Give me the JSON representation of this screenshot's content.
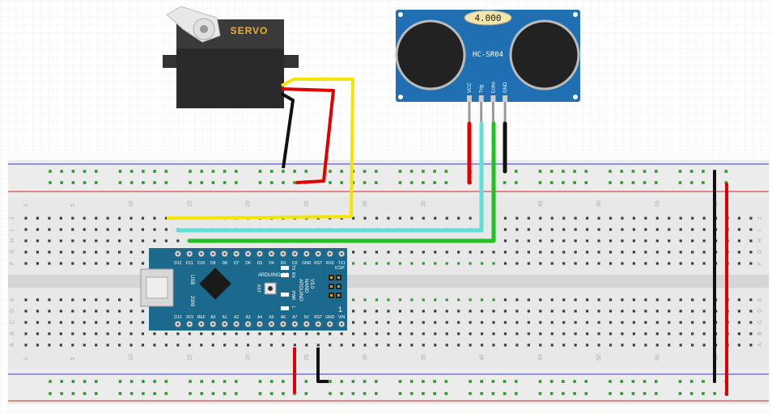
{
  "servo": {
    "label": "SERVO"
  },
  "sensor": {
    "model": "HC-SR04",
    "display": "4.000",
    "pins": [
      "VCC",
      "Trig",
      "Echo",
      "GND"
    ]
  },
  "arduino": {
    "brand": "ARDUINO.CC",
    "model_lines": [
      "ARDUINO",
      "NANO",
      "V3.0"
    ],
    "usb_label": "USB",
    "year": "2009",
    "icsp": "ICSP",
    "rst": "RST",
    "led_labels": [
      "TX",
      "RX",
      "PWR",
      "L"
    ],
    "top_pins": [
      "D12",
      "D11",
      "D10",
      "D9",
      "D8",
      "D7",
      "D6",
      "D5",
      "D4",
      "D3",
      "D2",
      "GND",
      "RST",
      "RX0",
      "TX1"
    ],
    "bottom_pins": [
      "D13",
      "3V3",
      "REF",
      "A0",
      "A1",
      "A2",
      "A3",
      "A4",
      "A5",
      "A6",
      "A7",
      "5V",
      "RST",
      "GND",
      "VIN"
    ],
    "pin_one": "1"
  },
  "breadboard": {
    "column_numbers": [
      "1",
      "5",
      "10",
      "15",
      "20",
      "25",
      "30",
      "35",
      "40",
      "45",
      "50",
      "55",
      "60"
    ],
    "row_letters_top": [
      "J",
      "I",
      "H",
      "G",
      "F"
    ],
    "row_letters_bottom": [
      "E",
      "D",
      "C",
      "B",
      "A"
    ]
  },
  "colors": {
    "board": "#e8e8e8",
    "rail_blue": "#3a3acc",
    "rail_red": "#d42020",
    "hole_green": "#2d9a2d",
    "hole_dark": "#3c3c3c",
    "sensor_blue": "#1f6fb2",
    "nano_blue": "#1b6a8e",
    "wire_yellow": "#f5e400",
    "wire_red": "#e00000",
    "wire_black": "#111111",
    "wire_cyan": "#5ee0d8",
    "wire_green": "#22c022"
  }
}
